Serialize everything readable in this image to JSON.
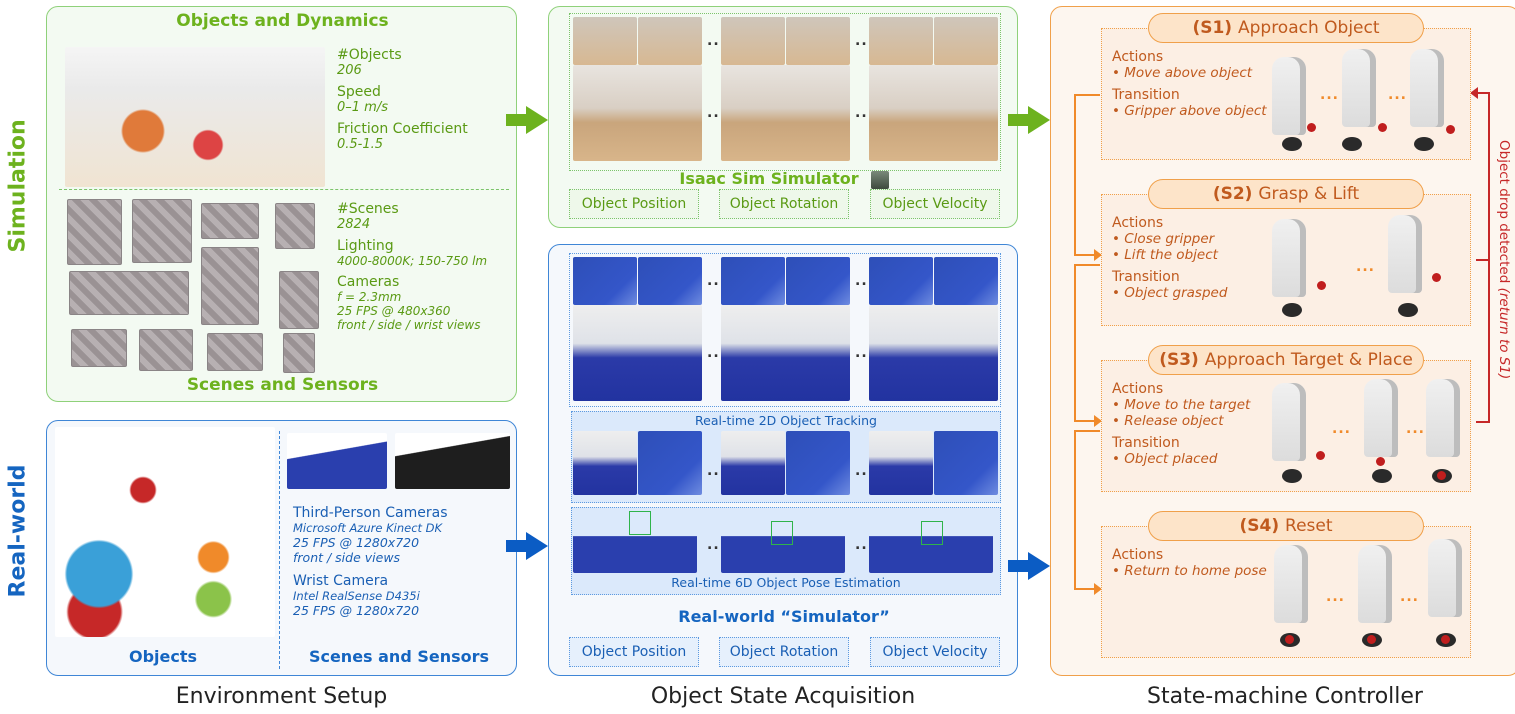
{
  "row_labels": {
    "simulation": "Simulation",
    "real_world": "Real-world"
  },
  "environment_setup": {
    "caption": "Environment Setup",
    "simulation": {
      "objects_title": "Objects and Dynamics",
      "objects_stats": [
        {
          "label": "#Objects",
          "value": "206"
        },
        {
          "label": "Speed",
          "value": "0–1 m/s"
        },
        {
          "label": "Friction Coefficient",
          "value": "0.5-1.5"
        }
      ],
      "scenes_title": "Scenes and Sensors",
      "scenes_stats": [
        {
          "label": "#Scenes",
          "value": "2824"
        },
        {
          "label": "Lighting",
          "value": "4000-8000K; 150-750 lm"
        },
        {
          "label": "Cameras",
          "values": [
            "f = 2.3mm",
            "25 FPS @ 480x360",
            "front / side / wrist views"
          ]
        }
      ]
    },
    "real_world": {
      "objects_title": "Objects",
      "scenes_title": "Scenes and Sensors",
      "third_person": {
        "label": "Third-Person Cameras",
        "values": [
          "Microsoft Azure Kinect DK",
          "25 FPS @ 1280x720",
          "front / side views"
        ]
      },
      "wrist": {
        "label": "Wrist Camera",
        "values": [
          "Intel RealSense D435i",
          "25 FPS @ 1280x720"
        ]
      }
    }
  },
  "object_state_acquisition": {
    "caption": "Object State Acquisition",
    "sim": {
      "title": "Isaac Sim Simulator",
      "ellipsis": "...",
      "outputs": [
        "Object Position",
        "Object Rotation",
        "Object Velocity"
      ]
    },
    "real": {
      "tracking_label": "Real-time 2D Object Tracking",
      "pose_label": "Real-time 6D Object Pose Estimation",
      "title": "Real-world “Simulator”",
      "ellipsis": "...",
      "outputs": [
        "Object Position",
        "Object Rotation",
        "Object Velocity"
      ]
    }
  },
  "state_machine": {
    "caption": "State-machine Controller",
    "feedback_label": "Object drop detected",
    "feedback_note": "(return to S1)",
    "states": [
      {
        "id": "(S1)",
        "name": "Approach Object",
        "actions_label": "Actions",
        "actions": [
          "• Move above object"
        ],
        "transition_label": "Transition",
        "transitions": [
          "• Gripper above object"
        ]
      },
      {
        "id": "(S2)",
        "name": "Grasp & Lift",
        "actions_label": "Actions",
        "actions": [
          "• Close gripper",
          "• Lift the object"
        ],
        "transition_label": "Transition",
        "transitions": [
          "• Object grasped"
        ]
      },
      {
        "id": "(S3)",
        "name": "Approach Target & Place",
        "actions_label": "Actions",
        "actions": [
          "• Move to the target",
          "• Release object"
        ],
        "transition_label": "Transition",
        "transitions": [
          "• Object placed"
        ]
      },
      {
        "id": "(S4)",
        "name": "Reset",
        "actions_label": "Actions",
        "actions": [
          "• Return to home pose"
        ]
      }
    ],
    "ellipsis": "..."
  },
  "colors": {
    "sim_green": "#6db21e",
    "real_blue": "#1565c0",
    "state_orange": "#f08a2a",
    "feedback_red": "#c62828"
  }
}
